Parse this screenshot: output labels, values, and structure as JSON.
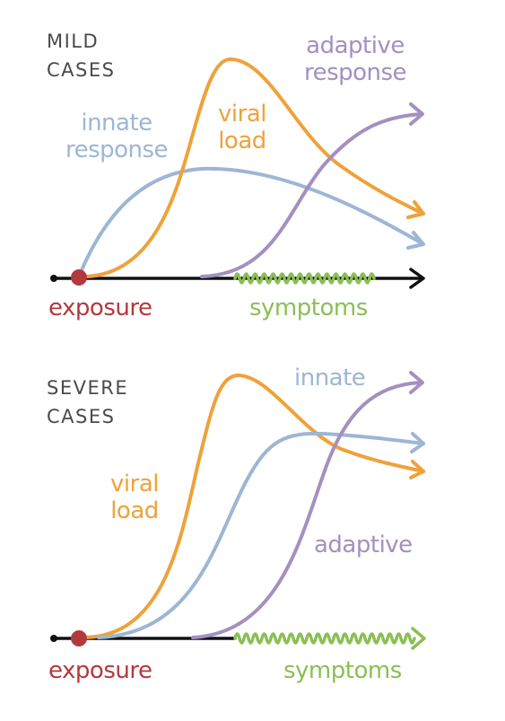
{
  "colors": {
    "innate": "#9db6d4",
    "viral": "#eea23b",
    "adaptive": "#a390c0",
    "symptoms": "#8bbf56",
    "exposure": "#b23a3d",
    "axis": "#111111",
    "case_title": "#4a4a4a"
  },
  "mild": {
    "title_line1": "MILD",
    "title_line2": "CASES",
    "innate_line1": "innate",
    "innate_line2": "response",
    "viral_line1": "viral",
    "viral_line2": "load",
    "adaptive_line1": "adaptive",
    "adaptive_line2": "response",
    "exposure": "exposure",
    "symptoms": "symptoms"
  },
  "severe": {
    "title_line1": "SEVERE",
    "title_line2": "CASES",
    "innate": "innate",
    "viral_line1": "viral",
    "viral_line2": "load",
    "adaptive": "adaptive",
    "exposure": "exposure",
    "symptoms": "symptoms"
  }
}
